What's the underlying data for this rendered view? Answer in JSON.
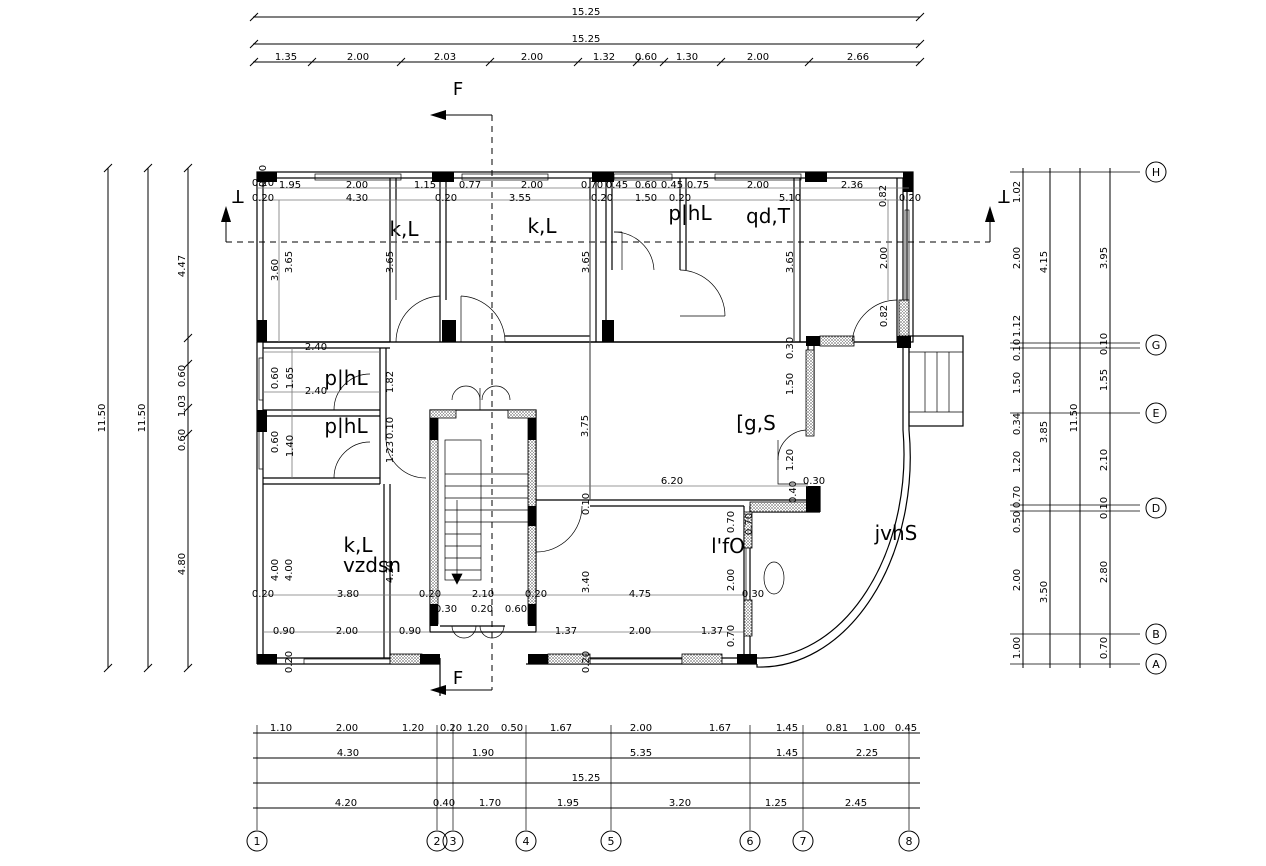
{
  "top_dimensions": {
    "overall_1": "15.25",
    "overall_2": "15.25",
    "chain": [
      "1.35",
      "2.00",
      "2.03",
      "2.00",
      "1.32",
      "0.60",
      "1.30",
      "2.00",
      "2.66"
    ]
  },
  "bottom_dimensions": {
    "row1": [
      "1.10",
      "2.00",
      "1.20",
      "0.20",
      "1.20",
      "0.50",
      "1.67",
      "2.00",
      "1.67",
      "1.45",
      "0.81",
      "1.00",
      "0.45"
    ],
    "row2": [
      "4.30",
      "1.90",
      "5.35",
      "1.45",
      "2.25"
    ],
    "row3": "15.25",
    "row4": [
      "4.20",
      "0.40",
      "1.70",
      "1.95",
      "3.20",
      "1.25",
      "2.45"
    ]
  },
  "left_dimensions": {
    "overall_1": "11.50",
    "overall_2": "11.50",
    "chain": [
      "4.47",
      "0.60",
      "1.03",
      "0.60",
      "4.80"
    ]
  },
  "right_dimensions": {
    "chain_outer": [
      "1.02",
      "2.00",
      "1.12",
      "0.10",
      "1.50",
      "0.34",
      "1.20",
      "0.70",
      "0.50",
      "2.00",
      "1.00"
    ],
    "chain_mid": [
      "4.15",
      "3.85",
      "3.50"
    ],
    "overall": "11.50",
    "chain_inner": [
      "3.95",
      "0.10",
      "1.55",
      "2.10",
      "0.10",
      "2.80",
      "0.70"
    ]
  },
  "grid_lines": {
    "horizontal": [
      "H",
      "G",
      "E",
      "D",
      "B",
      "A"
    ],
    "vertical": [
      "1",
      "2",
      "3",
      "4",
      "5",
      "6",
      "7",
      "8"
    ]
  },
  "section_marks": {
    "vertical_top": "F",
    "vertical_bottom": "F",
    "horizontal_left": "T",
    "horizontal_right": "T"
  },
  "room_labels": {
    "room_top_left": "k,L",
    "room_top_mid": "k,L",
    "bath_top": "p|hL",
    "room_top_right": "qd,T",
    "bath_1": "p|hL",
    "bath_2": "p|hL",
    "hall": "[g,S",
    "room_bottom_left_1": "k,L",
    "room_bottom_left_2": "vzdsn",
    "kitchen": "l'fO",
    "terrace": "jvhS"
  },
  "interior_dimensions": {
    "top_row": [
      "0.20",
      "1.95",
      "2.00",
      "1.15",
      "0.77",
      "2.00",
      "0.70",
      "0.45",
      "0.60",
      "0.45",
      "0.75",
      "2.00",
      "2.36",
      "0.20"
    ],
    "top_row_2": [
      "0.20",
      "4.30",
      "0.20",
      "3.55",
      "0.20",
      "1.50",
      "0.20",
      "5.10",
      "0.82",
      "0.20"
    ],
    "wall_heights": [
      "3.60",
      "3.65",
      "3.65",
      "3.65",
      "3.65",
      "2.00",
      "0.82"
    ],
    "bath_dims": [
      "2.40",
      "2.40",
      "1.65",
      "1.82",
      "1.40",
      "1.23",
      "0.10",
      "0.60",
      "0.60"
    ],
    "center": [
      "3.75",
      "6.20",
      "0.30",
      "0.40",
      "1.50",
      "1.20",
      "0.10",
      "0.30"
    ],
    "bottom_row": [
      "0.20",
      "3.80",
      "0.20",
      "2.10",
      "0.20",
      "4.75",
      "0.30",
      "0.30",
      "0.20",
      "0.60",
      "0.90",
      "2.00",
      "0.90",
      "1.37",
      "2.00",
      "1.37"
    ],
    "bottom_heights": [
      "4.00",
      "4.00",
      "4.30",
      "3.40",
      "2.00",
      "0.70",
      "0.70",
      "0.70",
      "0.20",
      "0.20"
    ]
  }
}
